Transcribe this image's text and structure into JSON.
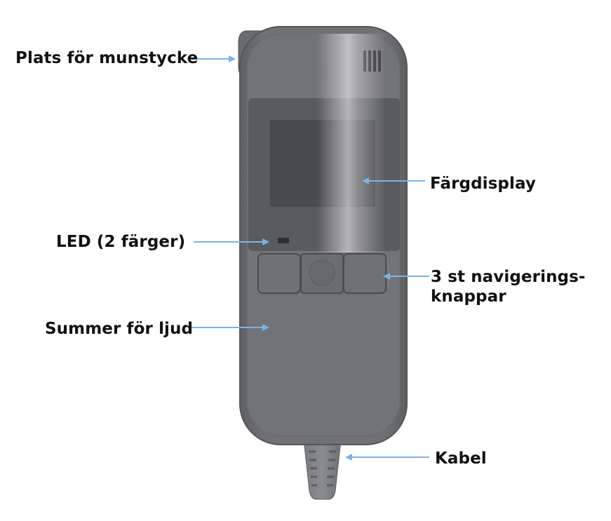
{
  "diagram": {
    "labels": {
      "mouthpiece": "Plats för munstycke",
      "display": "Färgdisplay",
      "led": "LED (2 färger)",
      "buttons_line1": "3 st navigerings-",
      "buttons_line2": "knappar",
      "buzzer": "Summer för ljud",
      "cable": "Kabel"
    }
  },
  "colors": {
    "arrow": "#7ab3e6",
    "body": "#6f7073",
    "body_edge": "#5c5d60",
    "screen": "#48494c",
    "led": "#2f3033",
    "text": "#111111"
  }
}
